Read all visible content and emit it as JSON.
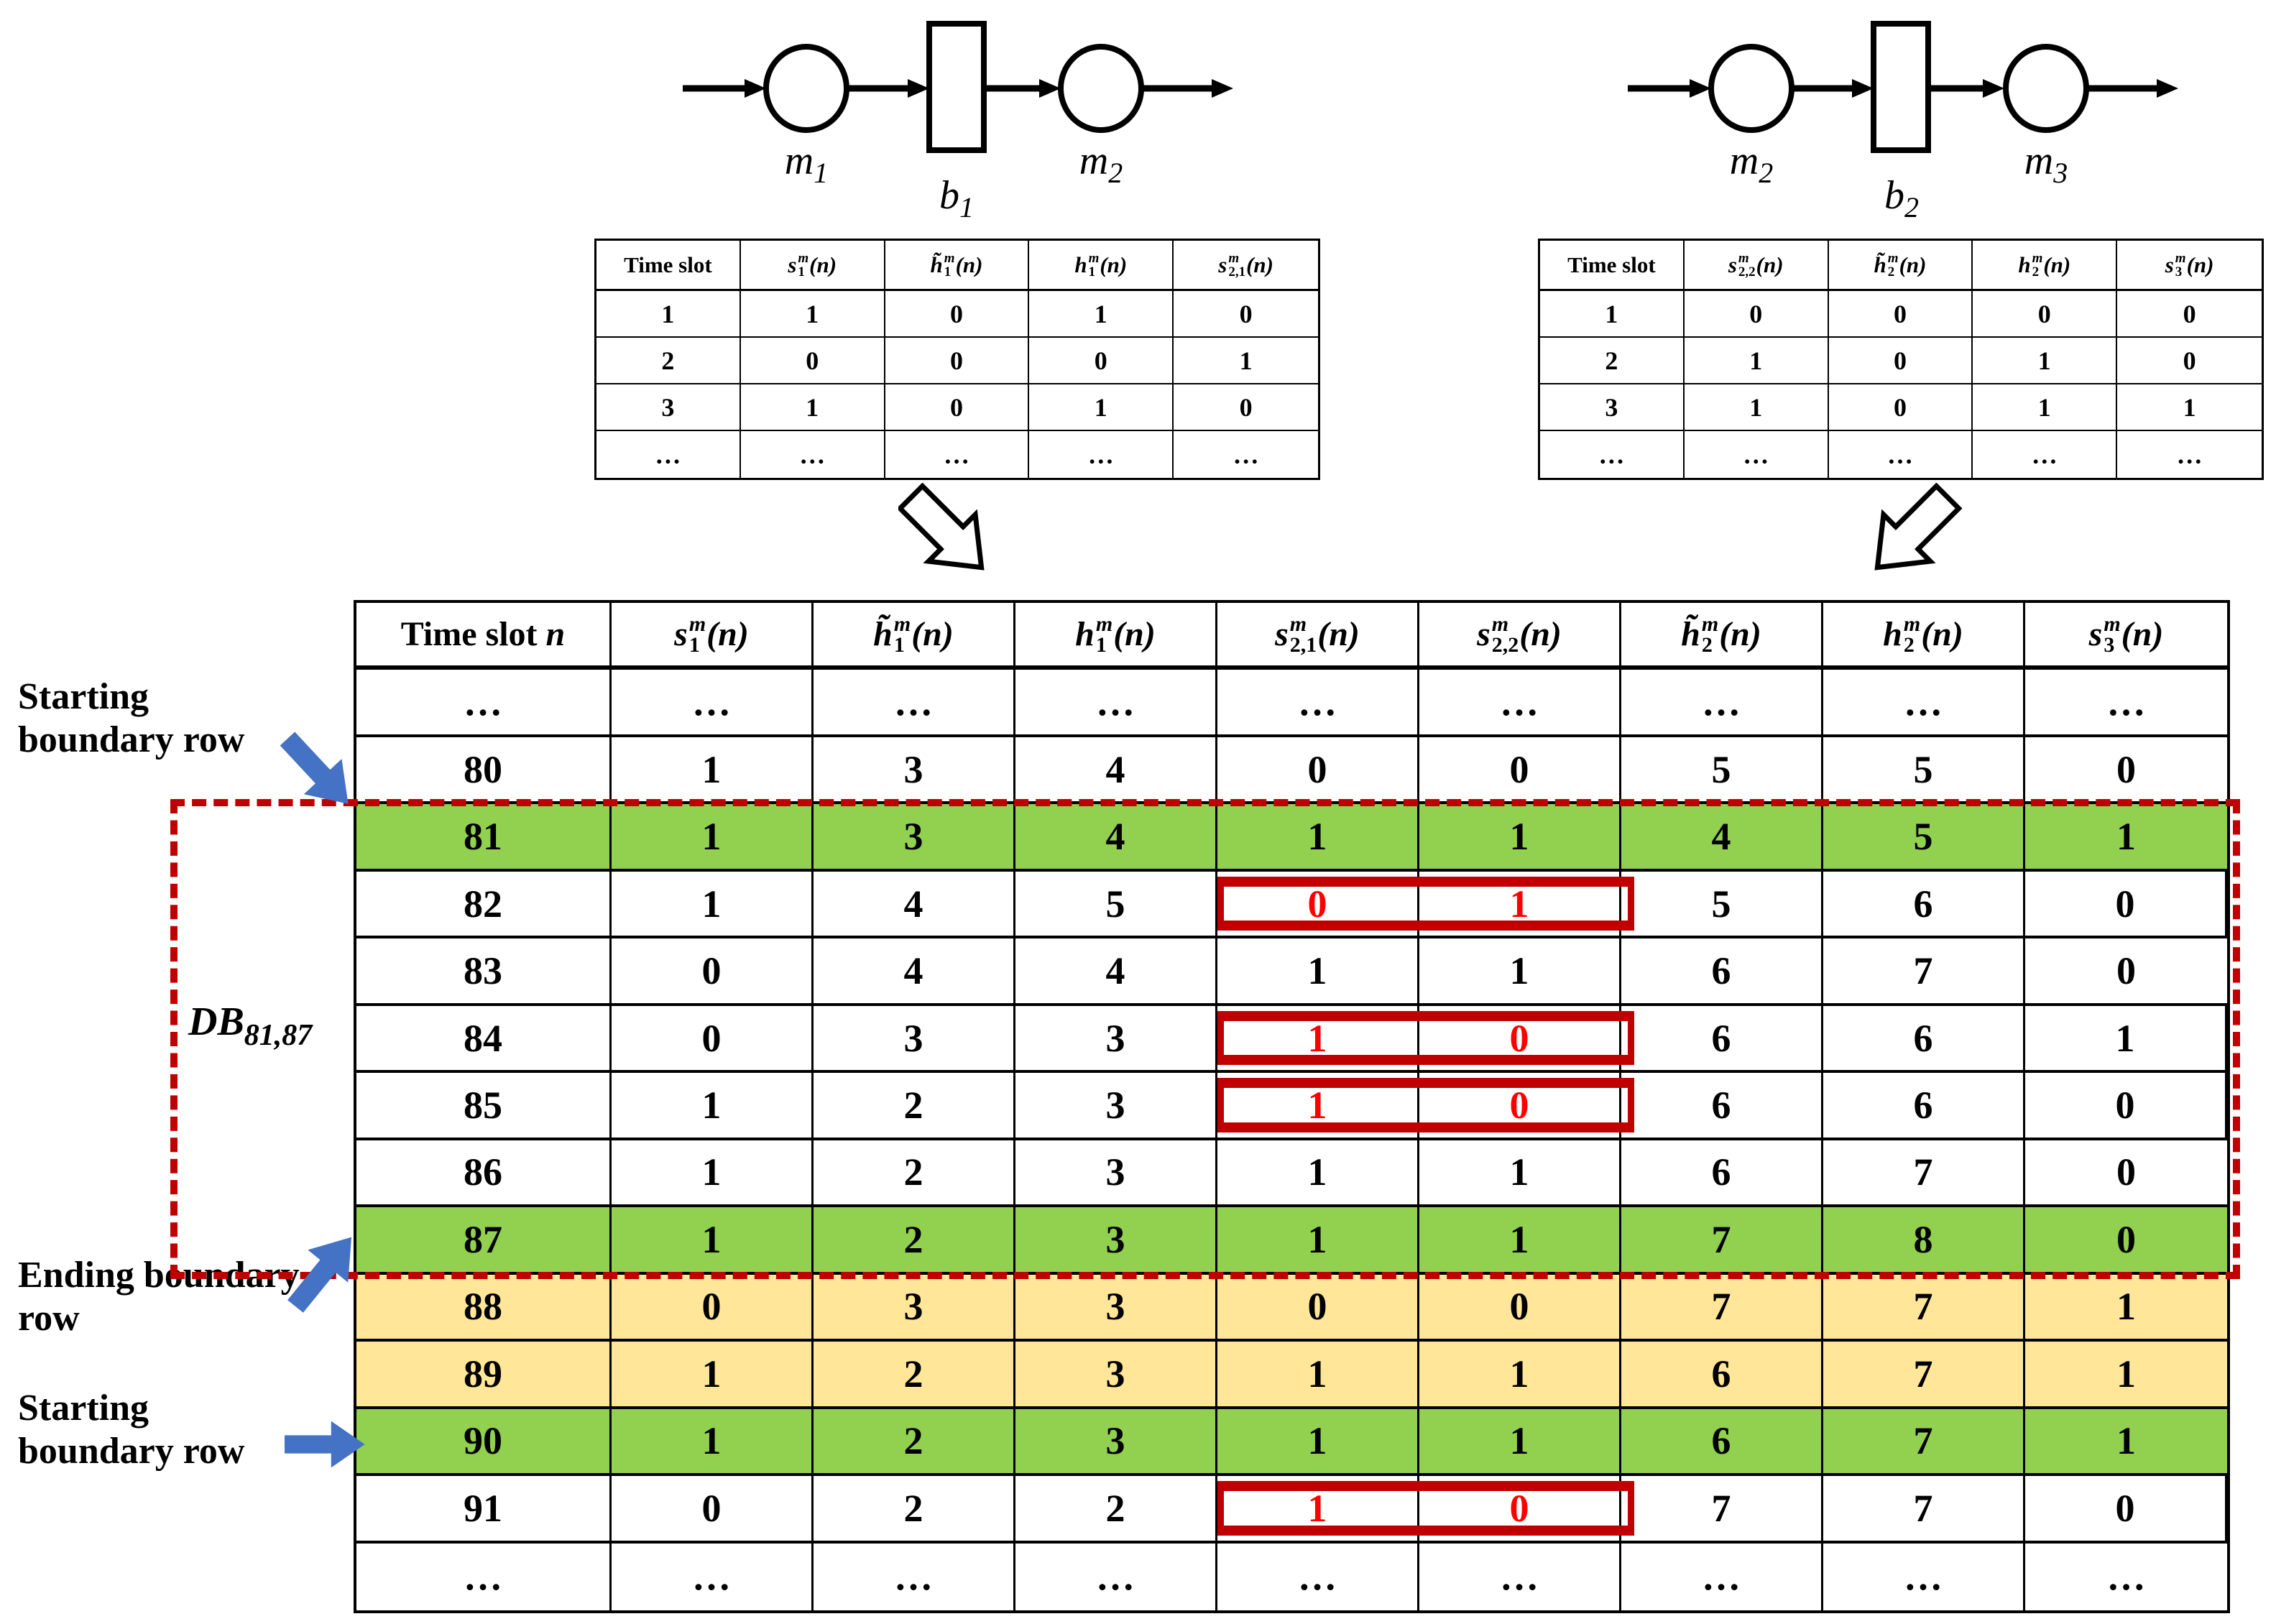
{
  "colors": {
    "row_green": "#92D050",
    "row_yellow": "#FFE699",
    "box_red": "#C00000",
    "value_red": "#FF0000",
    "dash_red": "#C00000",
    "arrow_blue": "#4472C4",
    "line_black": "#000000"
  },
  "diagrams": [
    {
      "machines": [
        {
          "base": "m",
          "sub": "1"
        },
        {
          "base": "m",
          "sub": "2"
        }
      ],
      "buffer": {
        "base": "b",
        "sub": "1"
      }
    },
    {
      "machines": [
        {
          "base": "m",
          "sub": "2"
        },
        {
          "base": "m",
          "sub": "3"
        }
      ],
      "buffer": {
        "base": "b",
        "sub": "2"
      }
    }
  ],
  "small_tables": [
    {
      "columns": [
        {
          "label": "Time slot"
        },
        {
          "base": "s",
          "sup": "m",
          "sub": "1",
          "arg": "(n)"
        },
        {
          "base": "h̃",
          "sup": "m",
          "sub": "1",
          "arg": "(n)"
        },
        {
          "base": "h",
          "sup": "m",
          "sub": "1",
          "arg": "(n)"
        },
        {
          "base": "s",
          "sup": "m",
          "sub": "2,1",
          "arg": "(n)"
        }
      ],
      "rows": [
        [
          "1",
          "1",
          "0",
          "1",
          "0"
        ],
        [
          "2",
          "0",
          "0",
          "0",
          "1"
        ],
        [
          "3",
          "1",
          "0",
          "1",
          "0"
        ],
        [
          "…",
          "…",
          "…",
          "…",
          "…"
        ]
      ]
    },
    {
      "columns": [
        {
          "label": "Time slot"
        },
        {
          "base": "s",
          "sup": "m",
          "sub": "2,2",
          "arg": "(n)"
        },
        {
          "base": "h̃",
          "sup": "m",
          "sub": "2",
          "arg": "(n)"
        },
        {
          "base": "h",
          "sup": "m",
          "sub": "2",
          "arg": "(n)"
        },
        {
          "base": "s",
          "sup": "m",
          "sub": "3",
          "arg": "(n)"
        }
      ],
      "rows": [
        [
          "1",
          "0",
          "0",
          "0",
          "0"
        ],
        [
          "2",
          "1",
          "0",
          "1",
          "0"
        ],
        [
          "3",
          "1",
          "0",
          "1",
          "1"
        ],
        [
          "…",
          "…",
          "…",
          "…",
          "…"
        ]
      ]
    }
  ],
  "main_table": {
    "columns": [
      {
        "label": "Time slot",
        "n": "n"
      },
      {
        "base": "s",
        "sup": "m",
        "sub": "1",
        "arg": "(n)"
      },
      {
        "base": "h̃",
        "sup": "m",
        "sub": "1",
        "arg": "(n)"
      },
      {
        "base": "h",
        "sup": "m",
        "sub": "1",
        "arg": "(n)"
      },
      {
        "base": "s",
        "sup": "m",
        "sub": "2,1",
        "arg": "(n)"
      },
      {
        "base": "s",
        "sup": "m",
        "sub": "2,2",
        "arg": "(n)"
      },
      {
        "base": "h̃",
        "sup": "m",
        "sub": "2",
        "arg": "(n)"
      },
      {
        "base": "h",
        "sup": "m",
        "sub": "2",
        "arg": "(n)"
      },
      {
        "base": "s",
        "sup": "m",
        "sub": "3",
        "arg": "(n)"
      }
    ],
    "rows": [
      {
        "cells": [
          "…",
          "…",
          "…",
          "…",
          "…",
          "…",
          "…",
          "…",
          "…"
        ],
        "highlight": "none",
        "red_box": false
      },
      {
        "cells": [
          "80",
          "1",
          "3",
          "4",
          "0",
          "0",
          "5",
          "5",
          "0"
        ],
        "highlight": "none",
        "red_box": false
      },
      {
        "cells": [
          "81",
          "1",
          "3",
          "4",
          "1",
          "1",
          "4",
          "5",
          "1"
        ],
        "highlight": "green",
        "red_box": false
      },
      {
        "cells": [
          "82",
          "1",
          "4",
          "5",
          "0",
          "1",
          "5",
          "6",
          "0"
        ],
        "highlight": "none",
        "red_box": true
      },
      {
        "cells": [
          "83",
          "0",
          "4",
          "4",
          "1",
          "1",
          "6",
          "7",
          "0"
        ],
        "highlight": "none",
        "red_box": false
      },
      {
        "cells": [
          "84",
          "0",
          "3",
          "3",
          "1",
          "0",
          "6",
          "6",
          "1"
        ],
        "highlight": "none",
        "red_box": true
      },
      {
        "cells": [
          "85",
          "1",
          "2",
          "3",
          "1",
          "0",
          "6",
          "6",
          "0"
        ],
        "highlight": "none",
        "red_box": true
      },
      {
        "cells": [
          "86",
          "1",
          "2",
          "3",
          "1",
          "1",
          "6",
          "7",
          "0"
        ],
        "highlight": "none",
        "red_box": false
      },
      {
        "cells": [
          "87",
          "1",
          "2",
          "3",
          "1",
          "1",
          "7",
          "8",
          "0"
        ],
        "highlight": "green",
        "red_box": false
      },
      {
        "cells": [
          "88",
          "0",
          "3",
          "3",
          "0",
          "0",
          "7",
          "7",
          "1"
        ],
        "highlight": "yellow",
        "red_box": false
      },
      {
        "cells": [
          "89",
          "1",
          "2",
          "3",
          "1",
          "1",
          "6",
          "7",
          "1"
        ],
        "highlight": "yellow",
        "red_box": false
      },
      {
        "cells": [
          "90",
          "1",
          "2",
          "3",
          "1",
          "1",
          "6",
          "7",
          "1"
        ],
        "highlight": "green",
        "red_box": false
      },
      {
        "cells": [
          "91",
          "0",
          "2",
          "2",
          "1",
          "0",
          "7",
          "7",
          "0"
        ],
        "highlight": "none",
        "red_box": true
      },
      {
        "cells": [
          "…",
          "…",
          "…",
          "…",
          "…",
          "…",
          "…",
          "…",
          "…"
        ],
        "highlight": "none",
        "red_box": false
      }
    ]
  },
  "annotations": {
    "starting_top": "Starting boundary row",
    "ending": "Ending boundary row",
    "starting_bottom": "Starting boundary row",
    "db": {
      "base": "DB",
      "sub": "81,87"
    }
  }
}
